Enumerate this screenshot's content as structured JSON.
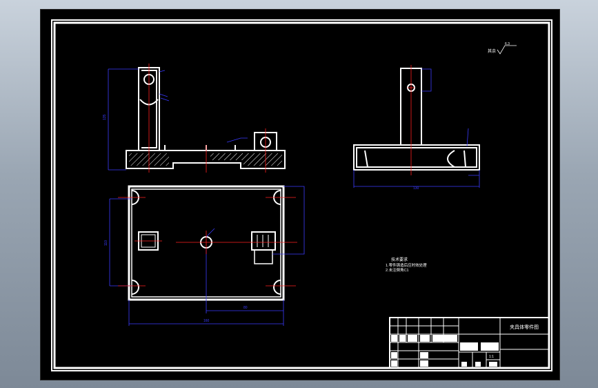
{
  "colors": {
    "background": "#000000",
    "outline": "#ffffff",
    "dimension": "#3b3bff",
    "center_line": "#ff2020",
    "surround": "#9aa6b3"
  },
  "title_block": {
    "drawing_title": "夹具体零件图",
    "scale": "1:1"
  },
  "roughness_symbol": "6.3",
  "tech_requirements": {
    "heading": "技术要求",
    "items": [
      "1.零件铸造后应时效处理",
      "2.未注倒角C1"
    ]
  },
  "dimensions": {
    "front_height": "135",
    "plan_depth": "110",
    "plan_width": "160",
    "plan_offset": "80",
    "side_width": "130"
  }
}
